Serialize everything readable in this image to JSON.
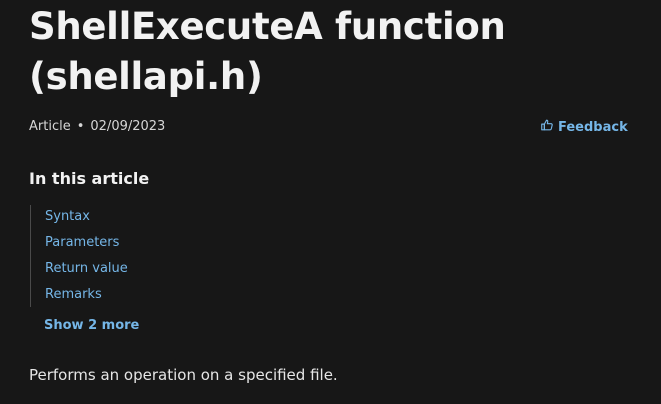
{
  "article": {
    "title": "ShellExecuteA function (shellapi.h)",
    "type": "Article",
    "separator": "•",
    "date": "02/09/2023"
  },
  "feedback": {
    "label": "Feedback",
    "icon": "thumbs-up-icon"
  },
  "toc": {
    "heading": "In this article",
    "items": [
      "Syntax",
      "Parameters",
      "Return value",
      "Remarks"
    ],
    "show_more_label": "Show 2 more"
  },
  "summary": "Performs an operation on a specified file.",
  "colors": {
    "background": "#171717",
    "text": "#e6e6e6",
    "link": "#75b6e7",
    "divider": "#4a4a4a"
  }
}
